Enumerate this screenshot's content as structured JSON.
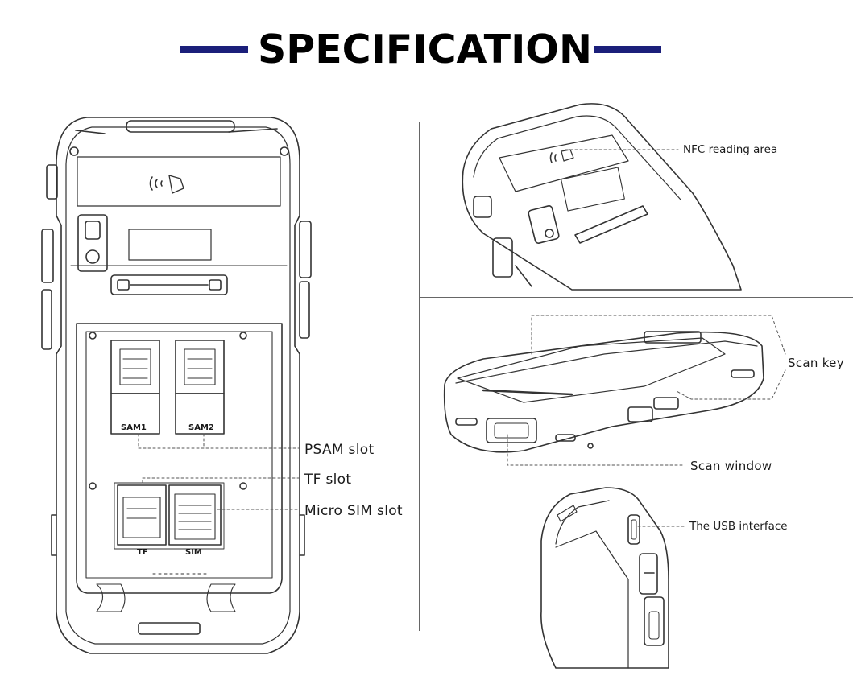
{
  "header": {
    "title": "SPECIFICATION",
    "accent_color": "#1b1f7a"
  },
  "back_view": {
    "slot_labels": {
      "sam1": "SAM1",
      "sam2": "SAM2",
      "tf": "TF",
      "sim": "SIM"
    },
    "callouts": {
      "psam": "PSAM slot",
      "tf": "TF slot",
      "micro_sim": "Micro SIM slot"
    }
  },
  "top_view": {
    "callout": "NFC reading area"
  },
  "front_view": {
    "callout_key": "Scan key",
    "callout_window": "Scan window"
  },
  "side_view": {
    "callout": "The USB interface"
  }
}
